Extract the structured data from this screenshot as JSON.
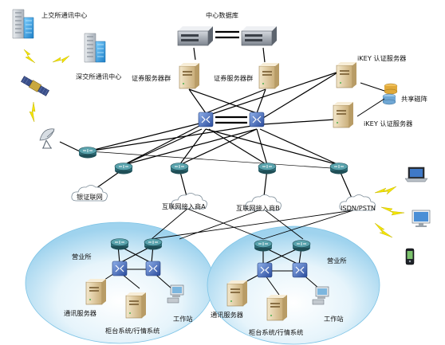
{
  "labels": {
    "sse_center": "上交所通讯中心",
    "szse_center": "深交所通讯中心",
    "central_db": "中心数据库",
    "securities_cluster_left": "证券服务器群",
    "securities_cluster_right": "证券服务器群",
    "ikey_top": "iKEY 认证服务器",
    "ikey_bottom": "iKEY 认证服务器",
    "shared_disk": "共享磁阵",
    "bank_network": "银证联网",
    "isp_a": "互联网接入商A",
    "isp_b": "互联网接入商B",
    "isdn": "ISDN/PSTN",
    "branch_left": "营业所",
    "branch_right": "营业所",
    "comm_server_left": "通讯服务器",
    "comm_server_right": "通讯服务器",
    "counter_left": "柜台系统/行情系统",
    "counter_right": "柜台系统/行情系统",
    "workstation_left": "工作站",
    "workstation_right": "工作站"
  },
  "colors": {
    "server_beige": "#e8d7b0",
    "server_shadow": "#b89c66",
    "building_blue": "#3aa7e0",
    "router_teal": "#2f6f7a",
    "switch_blue": "#3b5fb0",
    "lightning_yellow": "#f3e500",
    "branch_fill": "#bfe3f5"
  }
}
